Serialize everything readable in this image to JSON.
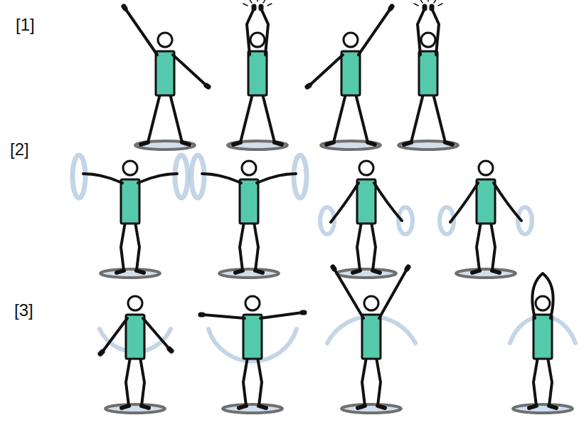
{
  "diagram": {
    "labels": [
      "[1]",
      "[2]",
      "[3]"
    ]
  }
}
